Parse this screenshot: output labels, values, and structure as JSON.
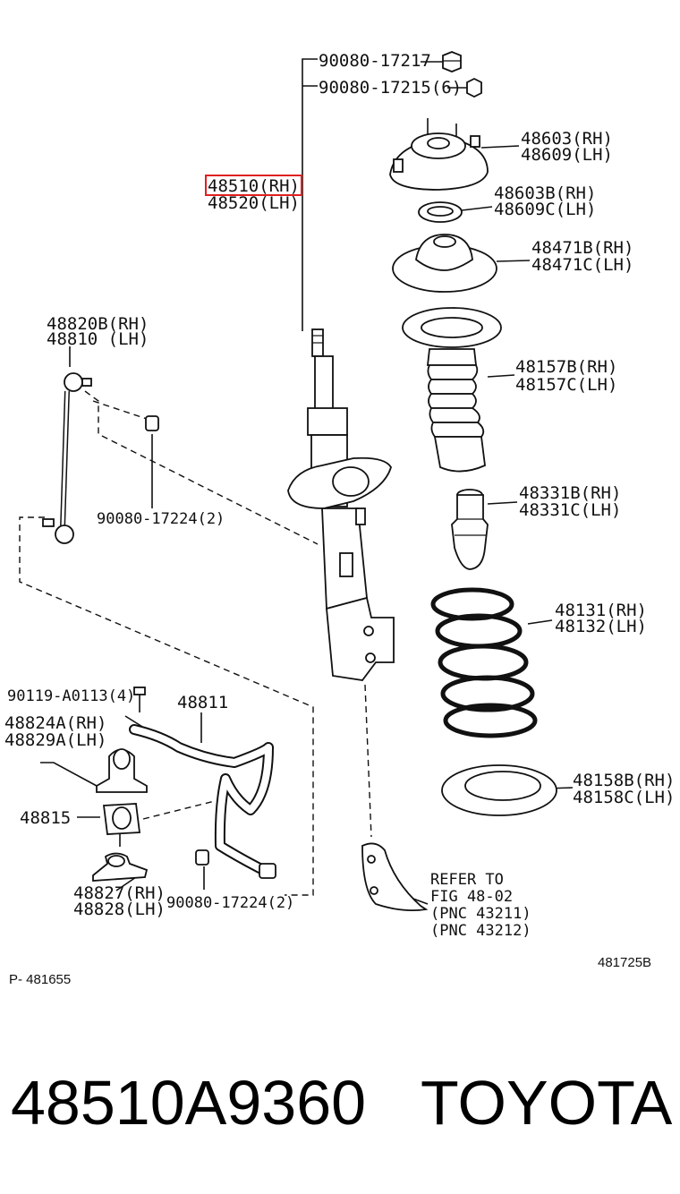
{
  "labels": {
    "nut_1": "90080-17217",
    "nut_2": "90080-17215(6)",
    "strut_rh": "48510(RH)",
    "strut_lh": "48520(LH)",
    "mount_rh": "48603(RH)",
    "mount_lh": "48609(LH)",
    "bearing_rh": "48603B(RH)",
    "bearing_lh": "48609C(LH)",
    "seat_rh": "48471B(RH)",
    "seat_lh": "48471C(LH)",
    "link_rh": "48820B(RH)",
    "link_lh": "48810  (LH)",
    "boot_rh": "48157B(RH)",
    "boot_lh": "48157C(LH)",
    "link_nut": "90080-17224(2)",
    "bumper_rh": "48331B(RH)",
    "bumper_lh": "48331C(LH)",
    "spring_rh": "48131(RH)",
    "spring_lh": "48132(LH)",
    "bolt": "90119-A0113(4)",
    "stabilizer_bar": "48811",
    "bracket_a_rh": "48824A(RH)",
    "bracket_a_lh": "48829A(LH)",
    "lower_seat_rh": "48158B(RH)",
    "lower_seat_lh": "48158C(LH)",
    "bushing": "48815",
    "bracket_b_rh": "48827(RH)",
    "bracket_b_lh": "48828(LH)",
    "bar_nut": "90080-17224(2)",
    "refer_1": "REFER TO",
    "refer_2": "FIG 48-02",
    "refer_3": "(PNC 43211)",
    "refer_4": "(PNC 43212)",
    "fig_code": "481725B",
    "page_code": "P- 481655"
  },
  "footer": {
    "part_number": "48510A9360",
    "brand": "TOYOTA"
  },
  "colors": {
    "highlight": "#e02020",
    "ink": "#111111"
  }
}
